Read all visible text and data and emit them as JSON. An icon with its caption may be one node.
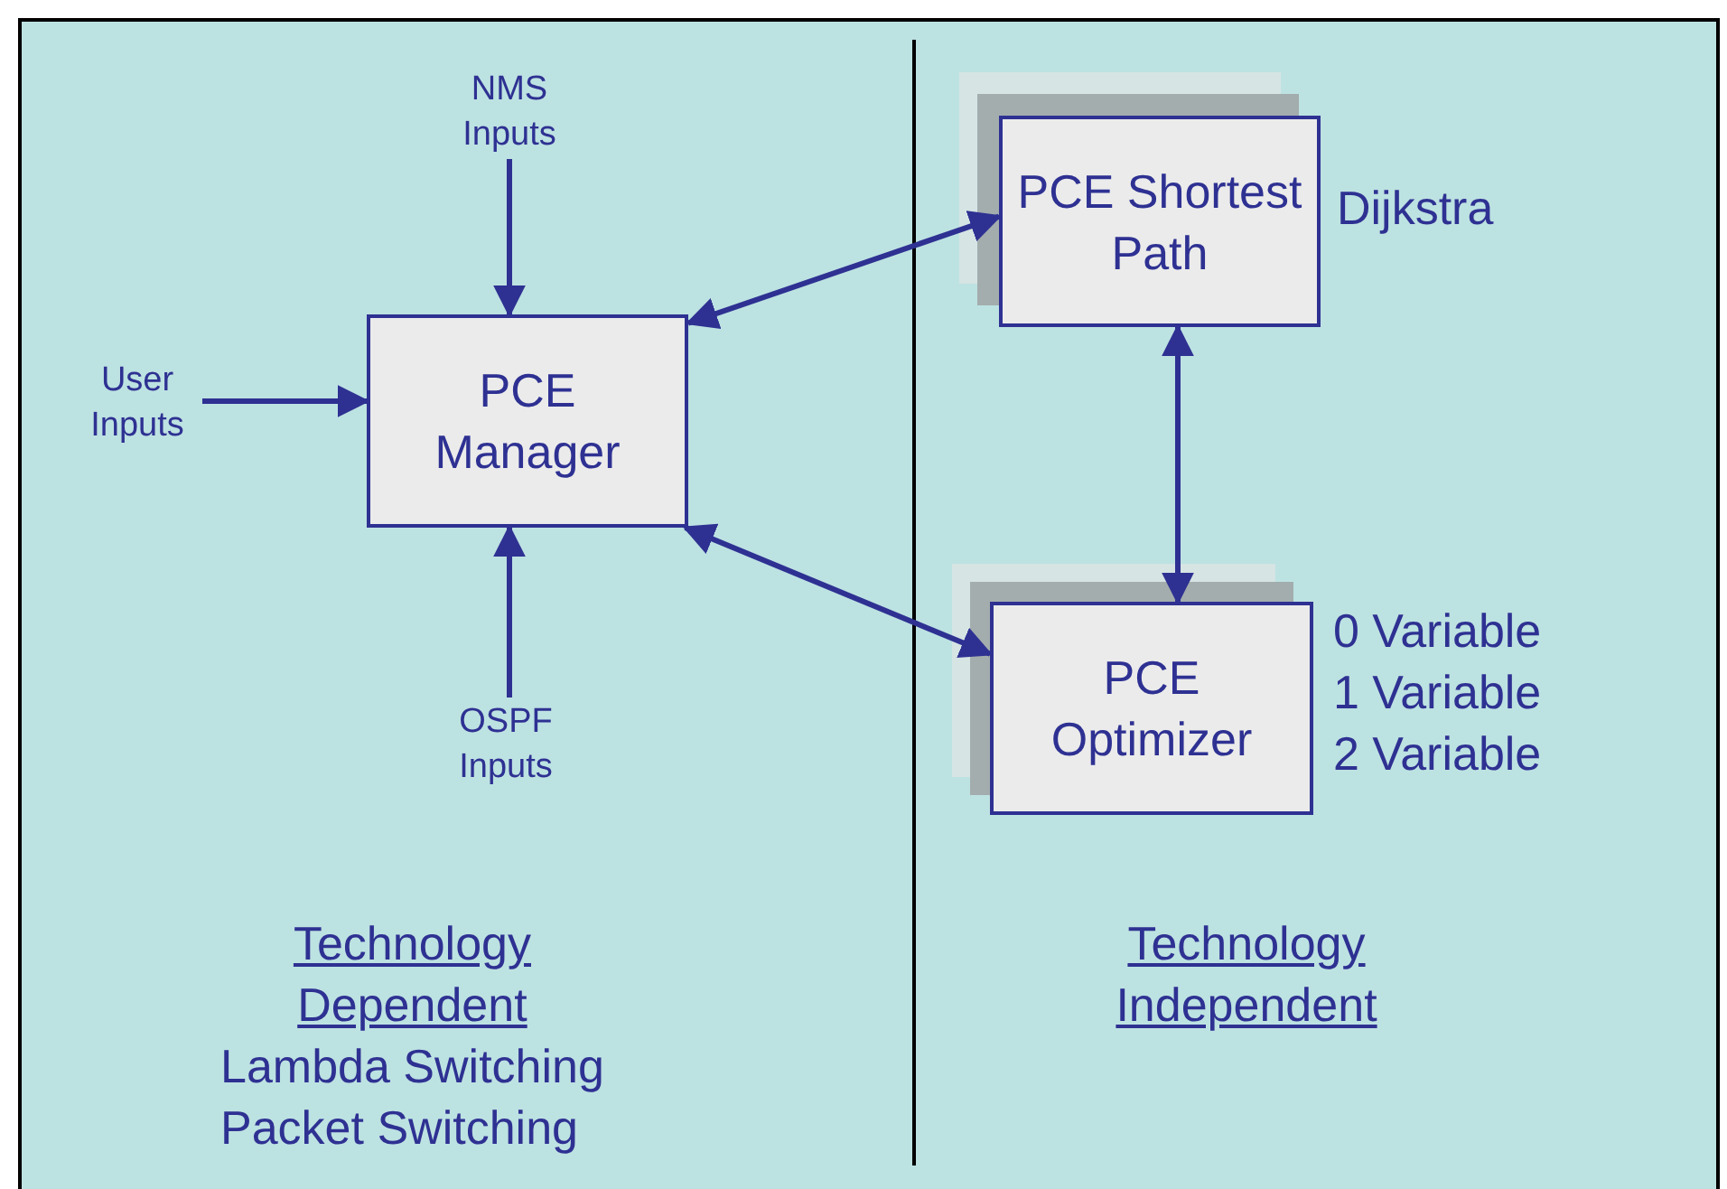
{
  "diagram": {
    "nodes": [
      {
        "text": [
          "NMS Inputs"
        ]
      },
      {
        "text": [
          "User Inputs"
        ]
      },
      {
        "text": [
          "PCE Manager"
        ]
      },
      {
        "text": [
          "OSPF Inputs"
        ]
      },
      {
        "text": [
          "PCE Shortest Path"
        ],
        "beside": [
          "Dijkstra"
        ]
      },
      {
        "text": [
          "PCE Optimizer"
        ],
        "beside": [
          "0 Variable",
          "1 Variable",
          "2 Variable"
        ]
      }
    ],
    "edges": [
      {
        "from": 0,
        "to": 2,
        "arrow": "to"
      },
      {
        "from": 1,
        "to": 2,
        "arrow": "to"
      },
      {
        "from": 3,
        "to": 2,
        "arrow": "to"
      },
      {
        "from": 2,
        "to": 4,
        "arrow": "both"
      },
      {
        "from": 2,
        "to": 5,
        "arrow": "both"
      },
      {
        "from": 4,
        "to": 5,
        "arrow": "both"
      }
    ],
    "labels": [
      "Technology Dependent",
      "Lambda Switching",
      "Packet Switching",
      "Technology Independent"
    ]
  }
}
